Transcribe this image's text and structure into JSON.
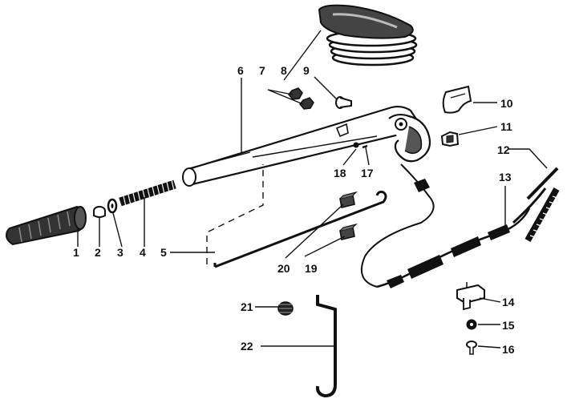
{
  "callouts": [
    {
      "num": "1"
    },
    {
      "num": "2"
    },
    {
      "num": "3"
    },
    {
      "num": "4"
    },
    {
      "num": "5"
    },
    {
      "num": "6"
    },
    {
      "num": "7"
    },
    {
      "num": "8"
    },
    {
      "num": "9"
    },
    {
      "num": "10"
    },
    {
      "num": "11"
    },
    {
      "num": "12"
    },
    {
      "num": "13"
    },
    {
      "num": "14"
    },
    {
      "num": "15"
    },
    {
      "num": "16"
    },
    {
      "num": "17"
    },
    {
      "num": "18"
    },
    {
      "num": "19"
    },
    {
      "num": "20"
    },
    {
      "num": "21"
    },
    {
      "num": "22"
    }
  ]
}
